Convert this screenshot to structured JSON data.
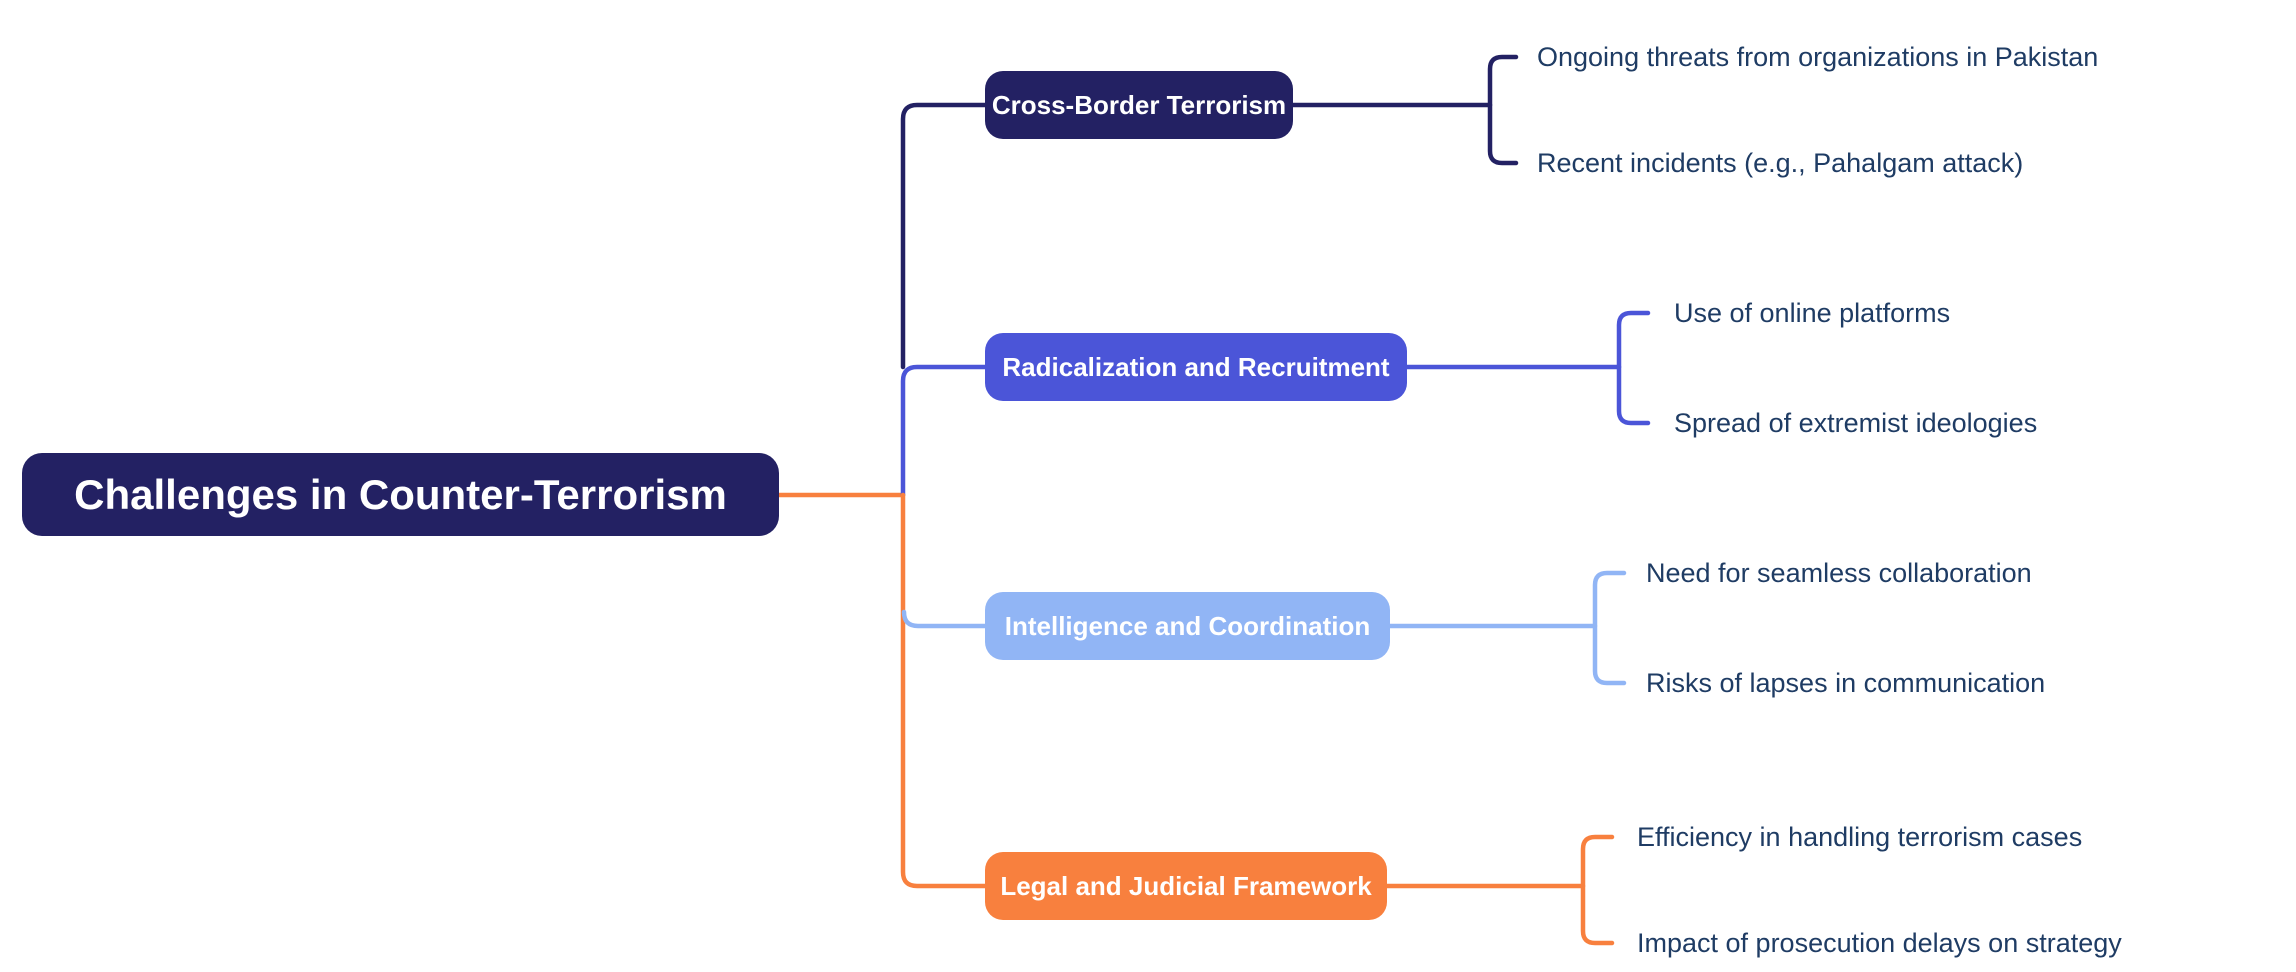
{
  "title": "Challenges in Counter-Terrorism",
  "colors": {
    "navy": "#232163",
    "indigo": "#4B55D8",
    "light_blue": "#91B5F5",
    "orange": "#F8803E",
    "leaf_text": "#1F3C64",
    "node_text": "#FFFFFF",
    "background": "#FFFFFF"
  },
  "root": {
    "label": "Challenges in Counter-Terrorism",
    "color": "#232163"
  },
  "branches": [
    {
      "label": "Cross-Border Terrorism",
      "color": "#232163",
      "children": [
        "Ongoing threats from organizations in Pakistan",
        "Recent incidents (e.g., Pahalgam attack)"
      ]
    },
    {
      "label": "Radicalization and Recruitment",
      "color": "#4B55D8",
      "children": [
        "Use of online platforms",
        "Spread of extremist ideologies"
      ]
    },
    {
      "label": "Intelligence and Coordination",
      "color": "#91B5F5",
      "children": [
        "Need for seamless collaboration",
        "Risks of lapses in communication"
      ]
    },
    {
      "label": "Legal and Judicial Framework",
      "color": "#F8803E",
      "children": [
        "Efficiency in handling terrorism cases",
        "Impact of prosecution delays on strategy"
      ]
    }
  ]
}
